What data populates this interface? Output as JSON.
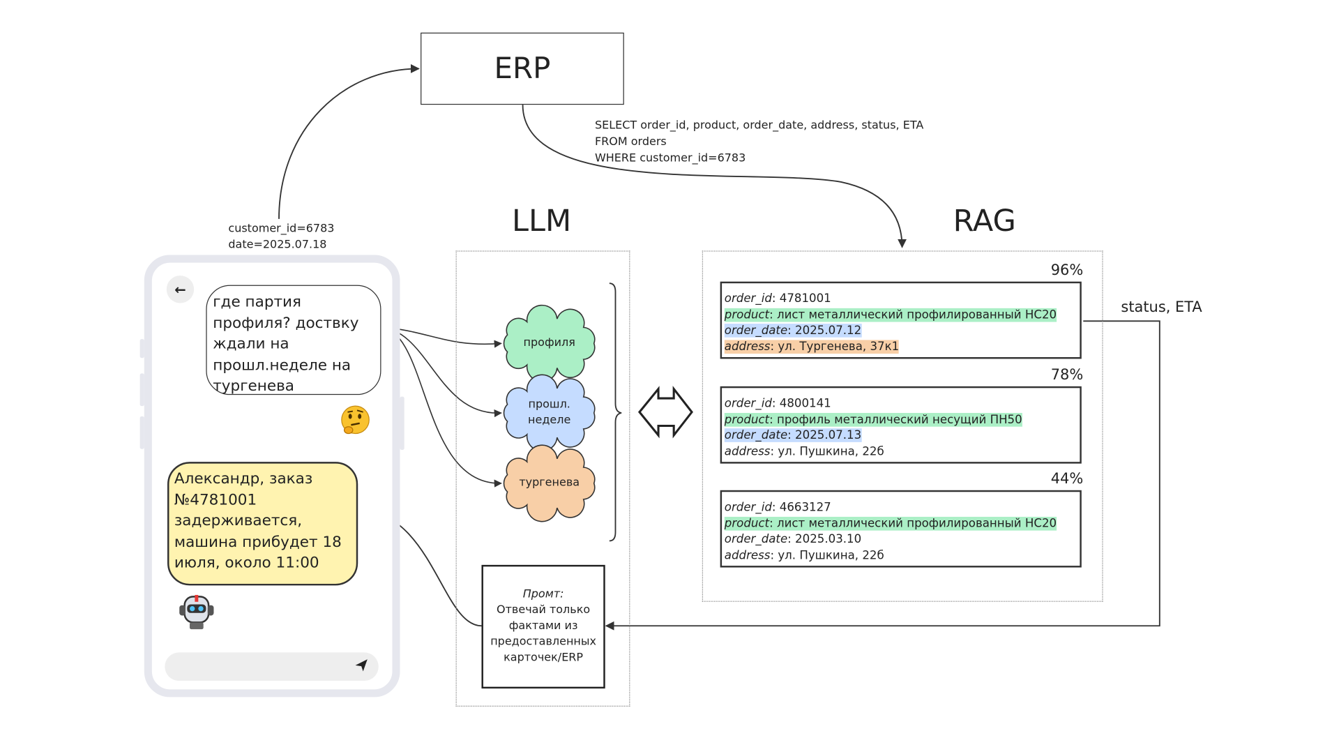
{
  "erp": {
    "label": "ERP"
  },
  "sql": {
    "lines": [
      "SELECT order_id, product, order_date, address, status, ETA",
      "FROM orders",
      "WHERE customer_id=6783"
    ]
  },
  "request_params": {
    "lines": [
      "customer_id=6783",
      "date=2025.07.18"
    ]
  },
  "llm": {
    "title": "LLM",
    "entities": [
      {
        "label": "профиля",
        "color": "#abefc6"
      },
      {
        "label": "прошл.\nнеделе",
        "label_lines": [
          "прошл.",
          "неделе"
        ],
        "color": "#c5dcff"
      },
      {
        "label": "тургенева",
        "color": "#f8cfa7"
      }
    ],
    "prompt": {
      "heading": "Промт:",
      "lines": [
        "Отвечай только",
        "фактами из",
        "предоставленных",
        "карточек/ERP"
      ]
    }
  },
  "rag": {
    "title": "RAG",
    "cards": [
      {
        "score": "96%",
        "fields": [
          {
            "key": "order_id",
            "value": "4781001",
            "highlight": ""
          },
          {
            "key": "product",
            "value": "лист металлический профилированный НС20",
            "highlight": "green"
          },
          {
            "key": "order_date",
            "value": "2025.07.12",
            "highlight": "blue"
          },
          {
            "key": "address",
            "value": "ул. Тургенева, 37к1",
            "highlight": "orange"
          }
        ]
      },
      {
        "score": "78%",
        "fields": [
          {
            "key": "order_id",
            "value": "4800141",
            "highlight": ""
          },
          {
            "key": "product",
            "value": "профиль металлический несущий ПН50",
            "highlight": "green"
          },
          {
            "key": "order_date",
            "value": "2025.07.13",
            "highlight": "blue"
          },
          {
            "key": "address",
            "value": "ул. Пушкина, 22б",
            "highlight": ""
          }
        ]
      },
      {
        "score": "44%",
        "fields": [
          {
            "key": "order_id",
            "value": "4663127",
            "highlight": ""
          },
          {
            "key": "product",
            "value": "лист металлический профилированный НС20",
            "highlight": "green"
          },
          {
            "key": "order_date",
            "value": "2025.03.10",
            "highlight": ""
          },
          {
            "key": "address",
            "value": "ул. Пушкина, 22б",
            "highlight": ""
          }
        ]
      }
    ]
  },
  "status_label": "status, ETA",
  "chat": {
    "user_message": "где партия профиля? доствку ждали на прошл.неделе на тургенева",
    "bot_message": "Александр, заказ №4781001 задерживается, машина прибудет 18 июля, около 11:00",
    "input_value": ""
  },
  "colors": {
    "green": "#abefc6",
    "blue": "#c5dcff",
    "orange": "#f8cfa7",
    "bot_bubble": "#fff3b0"
  }
}
